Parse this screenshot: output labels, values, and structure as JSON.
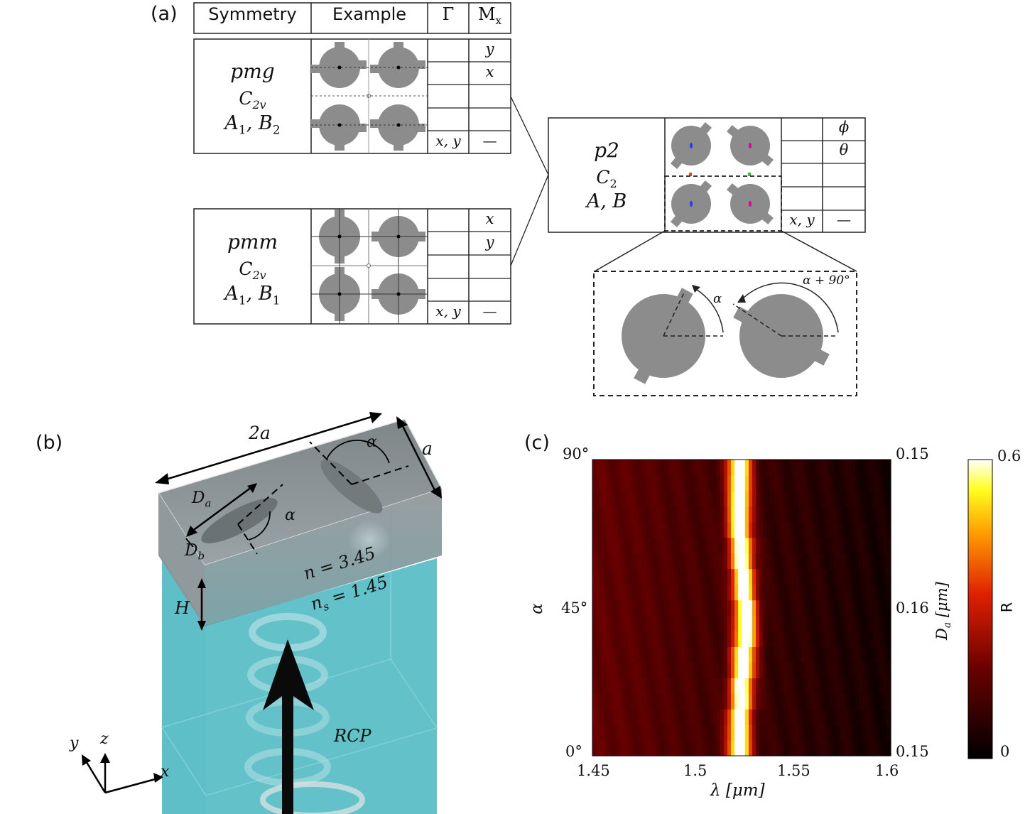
{
  "panels": {
    "a": "(a)",
    "b": "(b)",
    "c": "(c)"
  },
  "table_header": {
    "symmetry": "Symmetry",
    "example": "Example",
    "gamma": "Γ",
    "mx": "M",
    "mx_sub": "x"
  },
  "pmg": {
    "name": "pmg",
    "group": "C",
    "group_sub": "2v",
    "irreps": "A",
    "irreps_rest": ", B",
    "irreps_sub1": "1",
    "irreps_sub2": "2",
    "mx_cells": [
      "y",
      "x",
      "",
      "",
      "—"
    ],
    "gamma_cells": [
      "",
      "",
      "",
      "",
      "x, y"
    ]
  },
  "pmm": {
    "name": "pmm",
    "group": "C",
    "group_sub": "2v",
    "irreps": "A",
    "irreps_rest": ", B",
    "irreps_sub1": "1",
    "irreps_sub2": "1",
    "mx_cells": [
      "x",
      "y",
      "",
      "",
      "—"
    ],
    "gamma_cells": [
      "",
      "",
      "",
      "",
      "x, y"
    ]
  },
  "p2": {
    "name": "p2",
    "group": "C",
    "group_sub": "2",
    "irreps": "A, B",
    "mx_cells": [
      "ϕ",
      "θ",
      "",
      "",
      "—"
    ],
    "gamma_cells": [
      "",
      "",
      "",
      "",
      "x, y"
    ]
  },
  "zoom": {
    "alpha": "α",
    "alpha90": "α + 90°"
  },
  "panel_b": {
    "two_a": "2a",
    "a": "a",
    "alpha": "α",
    "alpha2": "α",
    "Da": "D",
    "Da_sub": "a",
    "Db": "D",
    "Db_sub": "b",
    "H": "H",
    "n": "n = 3.45",
    "ns": "n",
    "ns_sub": "s",
    "ns_rest": " = 1.45",
    "rcp": "RCP",
    "axis_x": "x",
    "axis_y": "y",
    "axis_z": "z"
  },
  "colors": {
    "scatterer": "#8c8c8c",
    "substrate": "#63c1c9",
    "slab": "#8f9a9c",
    "heat_bg": "#5a0c04"
  },
  "chart_data": {
    "type": "heatmap",
    "xlabel": "λ [μm]",
    "ylabel": "α",
    "y2label": "D",
    "y2label_sub": "a",
    "y2label_unit": " [μm]",
    "colorbar_label": "R",
    "xlim": [
      1.45,
      1.6
    ],
    "x_ticks": [
      "1.45",
      "1.5",
      "1.55",
      "1.6"
    ],
    "y_ticks": [
      "0°",
      "45°",
      "90°"
    ],
    "y2_ticks": [
      "0.15",
      "0.16",
      "0.15"
    ],
    "colorbar_ticks": [
      "0",
      "0.6"
    ],
    "clim": [
      0,
      0.6
    ],
    "alpha_deg": [
      0,
      5,
      10,
      15,
      20,
      25,
      30,
      35,
      40,
      45,
      50,
      55,
      60,
      65,
      70,
      75,
      80,
      85,
      90
    ],
    "peak_lambda": [
      1.524,
      1.524,
      1.524,
      1.525,
      1.525,
      1.526,
      1.526,
      1.527,
      1.527,
      1.527,
      1.526,
      1.526,
      1.525,
      1.525,
      1.524,
      1.524,
      1.524,
      1.524,
      1.524
    ],
    "peak_R": 0.6
  }
}
